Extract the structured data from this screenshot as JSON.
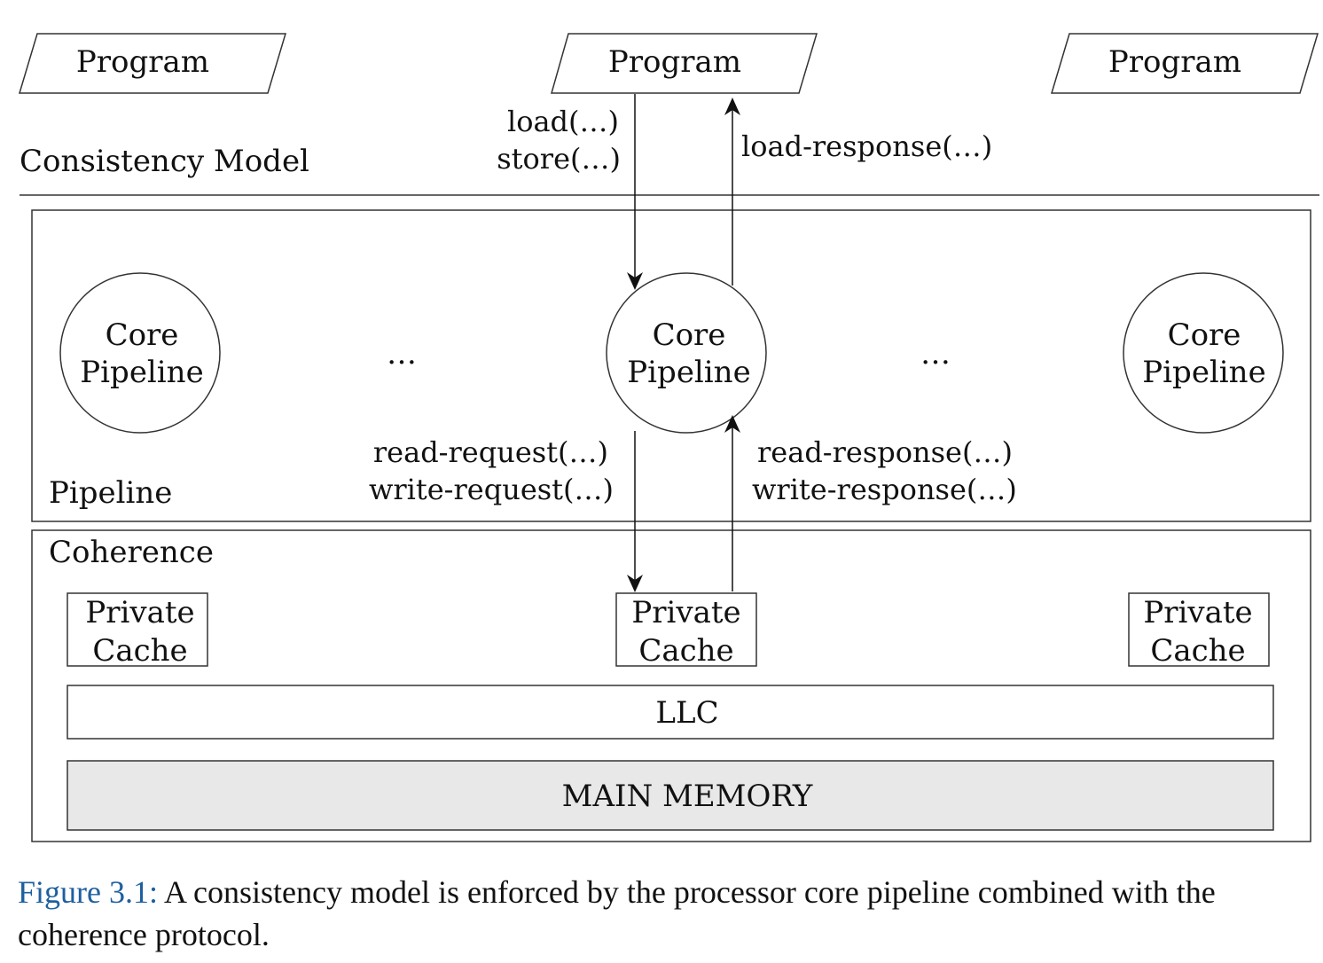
{
  "programs": [
    "Program",
    "Program",
    "Program"
  ],
  "consistency_label": "Consistency Model",
  "calls_down": [
    "load(…)",
    "store(…)"
  ],
  "call_up": "load-response(…)",
  "pipeline_label": "Pipeline",
  "cores": [
    {
      "line1": "Core",
      "line2": "Pipeline"
    },
    {
      "line1": "Core",
      "line2": "Pipeline"
    },
    {
      "line1": "Core",
      "line2": "Pipeline"
    }
  ],
  "ellipsis": [
    "…",
    "…"
  ],
  "requests_down": [
    "read-request(…)",
    "write-request(…)"
  ],
  "responses_up": [
    "read-response(…)",
    "write-response(…)"
  ],
  "coherence_label": "Coherence",
  "caches": [
    {
      "line1": "Private",
      "line2": "Cache"
    },
    {
      "line1": "Private",
      "line2": "Cache"
    },
    {
      "line1": "Private",
      "line2": "Cache"
    }
  ],
  "llc_label": "LLC",
  "memory_label": "MAIN MEMORY",
  "colors": {
    "memory_fill": "#e8e8e8",
    "caption_accent": "#1f5fa0",
    "stroke": "#333333"
  },
  "caption": {
    "figure": "Figure 3.1:",
    "text": " A consistency model is enforced by the processor core pipeline combined with the coherence protocol."
  }
}
